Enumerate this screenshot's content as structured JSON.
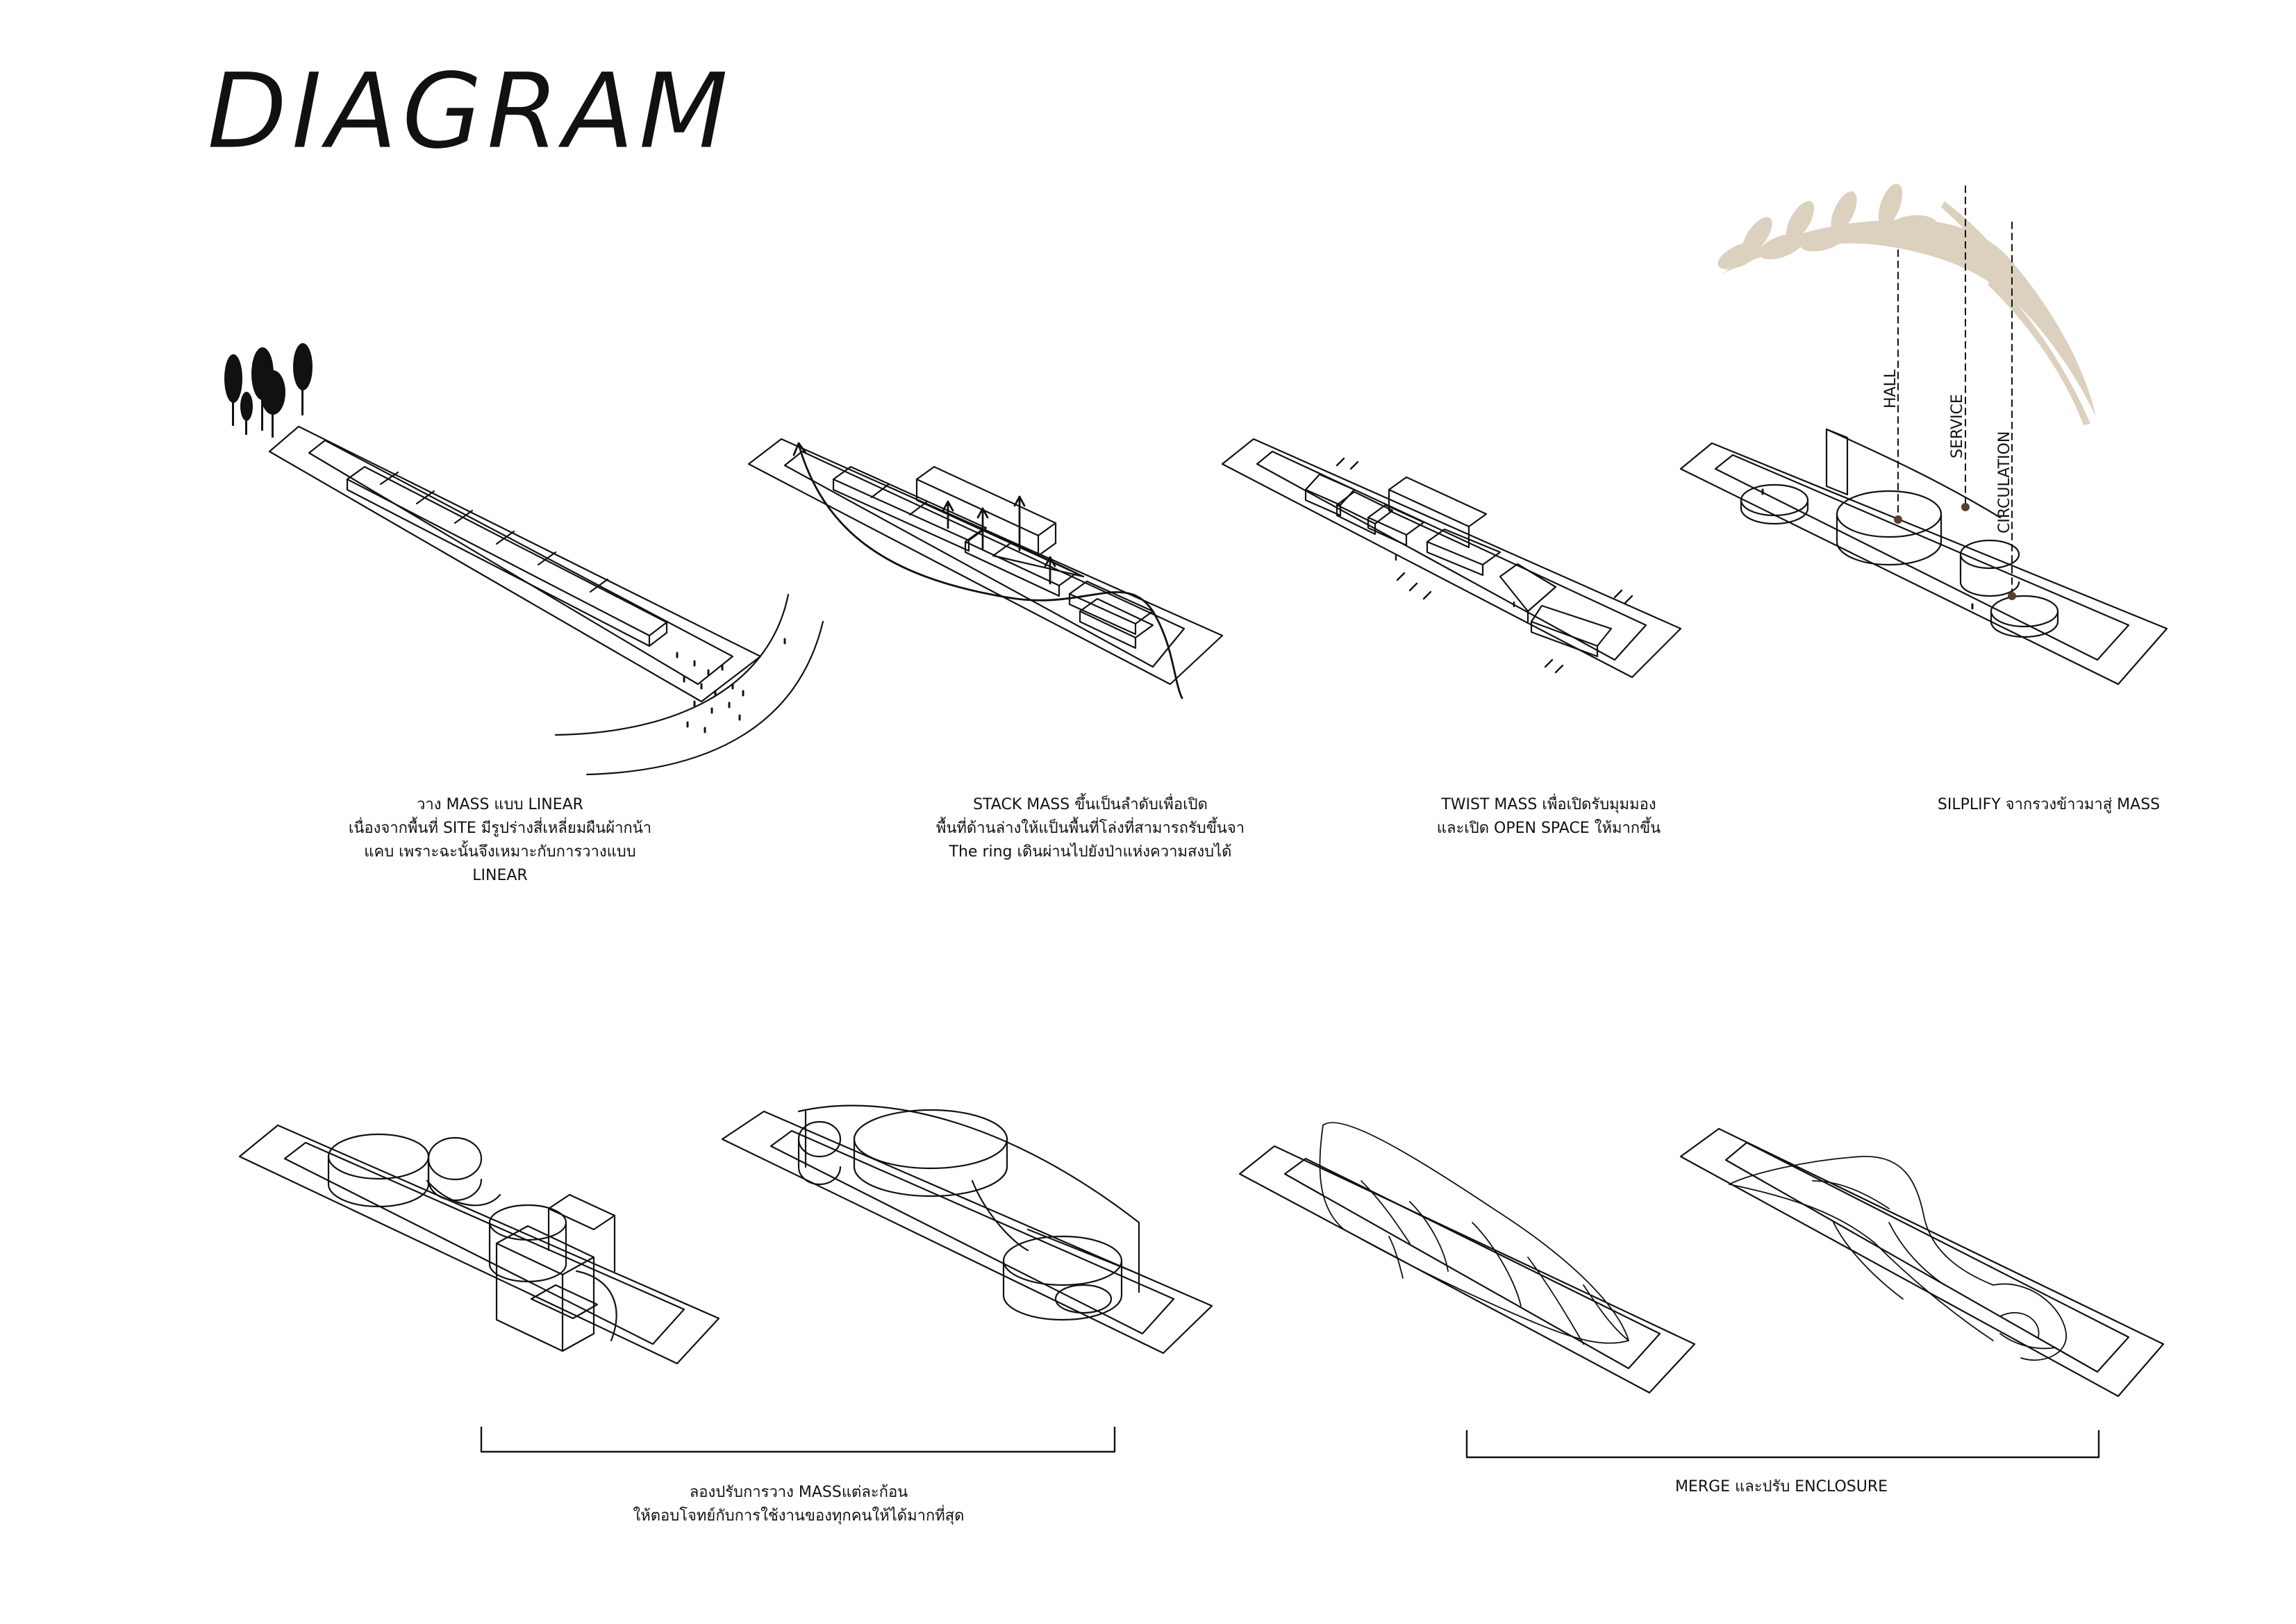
{
  "page": {
    "title": "DIAGRAM"
  },
  "colors": {
    "ink": "#111111",
    "rice": "#d9cbb8",
    "dot": "#5a3c33"
  },
  "step1": {
    "icon": "trees-icon",
    "caption": [
      "วาง MASS แบบ LINEAR",
      "เนื่องจากพื้นที่ SITE มีรูปร่างสี่เหลี่ยมผืนผ้ากน้า",
      "แคบ เพราะฉะนั้นจึงเหมาะกับการวางแบบ",
      "LINEAR"
    ]
  },
  "step2": {
    "caption": [
      "STACK MASS ขึ้นเป็นลำดับเพื่อเปิด",
      "พื้นที่ด้านล่างให้แป็นพื้นที่โล่งที่สามารถรับขึ้นจา",
      "The ring เดินผ่านไปยังป่าแห่งความสงบได้"
    ]
  },
  "step3": {
    "caption": [
      "TWIST MASS เพื่อเปิดรับมุมมอง",
      "และเปิด OPEN SPACE ให้มากขึ้น"
    ]
  },
  "step4": {
    "icon": "rice-stalk-icon",
    "caption": [
      "SILPLIFY จากรวงข้าวมาสู่ MASS"
    ],
    "labels": {
      "hall": "HALL",
      "service": "SERVICE",
      "circulation": "CIRCULATION"
    }
  },
  "row2": {
    "left_caption": [
      "ลองปรับการวาง MASSแต่ละก้อน",
      "ให้ตอบโจทย์กับการใช้งานของทุกคนให้ได้มากที่สุด"
    ],
    "right_caption": [
      "MERGE และปรับ ENCLOSURE"
    ]
  }
}
